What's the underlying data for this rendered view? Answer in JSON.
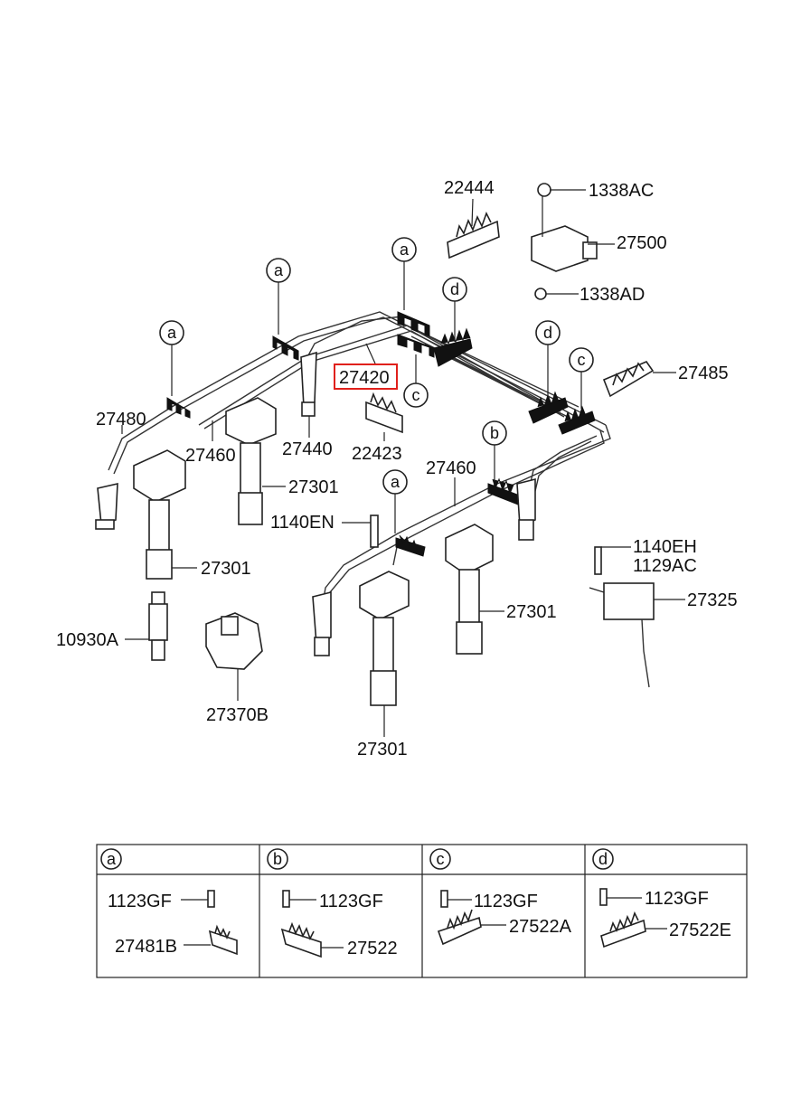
{
  "diagram": {
    "labels": {
      "p22444": "22444",
      "p1338AC": "1338AC",
      "p27500": "27500",
      "p1338AD": "1338AD",
      "p27420": "27420",
      "p27485": "27485",
      "p27480": "27480",
      "p27460_left": "27460",
      "p27440": "27440",
      "p22423": "22423",
      "p27460_right": "27460",
      "p27301_a": "27301",
      "p1140EN": "1140EN",
      "p27301_b": "27301",
      "p1140EH": "1140EH",
      "p1129AC": "1129AC",
      "p27325": "27325",
      "p10930A": "10930A",
      "p27301_c": "27301",
      "p27370B": "27370B",
      "p27301_d": "27301"
    },
    "callouts": {
      "a1": "a",
      "a2": "a",
      "a3": "a",
      "a4": "a",
      "d1": "d",
      "d2": "d",
      "c1": "c",
      "c2": "c",
      "b1": "b"
    },
    "highlight_color": "#e0201b"
  },
  "legend": {
    "cells": [
      {
        "letter": "a",
        "bolt": "1123GF",
        "part": "27481B"
      },
      {
        "letter": "b",
        "bolt": "1123GF",
        "part": "27522"
      },
      {
        "letter": "c",
        "bolt": "1123GF",
        "part": "27522A"
      },
      {
        "letter": "d",
        "bolt": "1123GF",
        "part": "27522E"
      }
    ]
  }
}
